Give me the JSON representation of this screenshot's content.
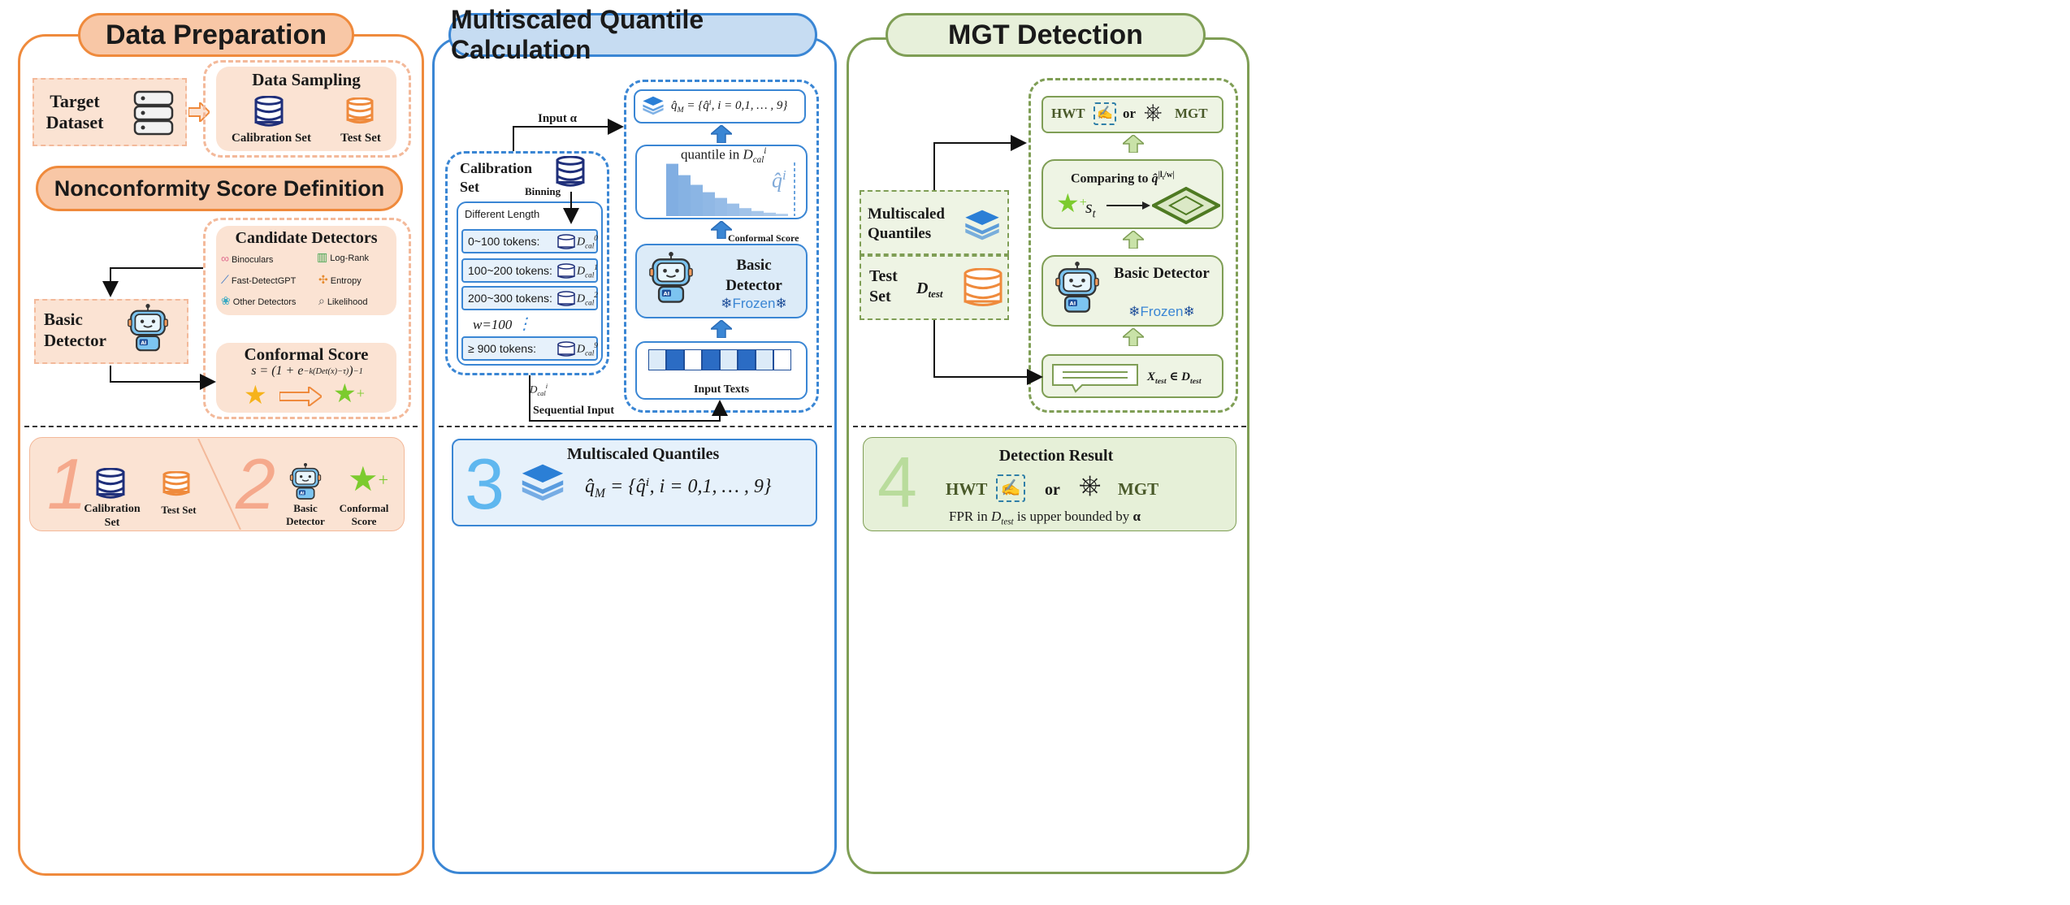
{
  "panels": {
    "data_prep": {
      "title": "Data Preparation"
    },
    "mqc": {
      "title": "Multiscaled Quantile Calculation"
    },
    "mgt": {
      "title": "MGT Detection"
    }
  },
  "data_prep": {
    "target_dataset": "Target Dataset",
    "data_sampling": "Data Sampling",
    "calibration_set": "Calibration Set",
    "test_set": "Test Set"
  },
  "nonconformity": {
    "title": "Nonconformity Score Definition",
    "candidate_detectors": "Candidate Detectors",
    "detectors": [
      "Binoculars",
      "Log-Rank",
      "Fast-DetectGPT",
      "Entropy",
      "Other Detectors",
      "Likelihood"
    ],
    "basic_detector": "Basic Detector",
    "conformal_score": "Conformal Score"
  },
  "summary_left": {
    "step1": "1",
    "step2": "2",
    "calibration_set": "Calibration Set",
    "test_set": "Test Set",
    "basic_detector": "Basic Detector",
    "conformal_score": "Conformal Score"
  },
  "mqc": {
    "input_alpha": "Input α",
    "calibration_set": "Calibration Set",
    "binning": "Binning",
    "different_length": "Different Length",
    "bins": [
      "0~100 tokens:",
      "100~200 tokens:",
      "200~300 tokens:",
      "≥  900 tokens:"
    ],
    "bin_superscripts": [
      "0",
      "1",
      "2",
      "9"
    ],
    "window": "w=100",
    "dcal_label": "D",
    "dcal_sub": "cal",
    "sequential_input": "Sequential Input",
    "quantile_in": "quantile in",
    "conformal_score": "Conformal Score",
    "basic_detector": "Basic Detector",
    "frozen": "Frozen",
    "input_texts": "Input Texts",
    "qm_formula": "= {q̂ⁱ, i = 0,1, … , 9}"
  },
  "summary_mid": {
    "step3": "3",
    "title": "Multiscaled Quantiles",
    "formula": "= {q̂ⁱ, i = 0,1, … , 9}"
  },
  "mgt": {
    "multiscaled_quantiles": "Multiscaled Quantiles",
    "test_set": "Test Set",
    "dtest": "D",
    "dtest_sub": "test",
    "hwt": "HWT",
    "or": "or",
    "mgt_label": "MGT",
    "comparing_to": "Comparing to",
    "st": "s",
    "st_sub": "t",
    "basic_detector": "Basic Detector",
    "frozen": "Frozen",
    "xtest": "X",
    "xtest_sub": "test",
    "in": "∈"
  },
  "summary_right": {
    "step4": "4",
    "title": "Detection Result",
    "hwt": "HWT",
    "or": "or",
    "mgt_label": "MGT",
    "fpr_prefix": "FPR in",
    "fpr_suffix": "is upper bounded by",
    "alpha": "α"
  },
  "colors": {
    "orange": "#ef8a3c",
    "orange_light": "#fbe3d3",
    "blue": "#3a86d4",
    "blue_light": "#dcebf8",
    "green": "#7f9e55",
    "green_light": "#eef4e4",
    "navy": "#1f2f7a",
    "star_yellow": "#f6b31b",
    "star_green": "#7ccb2e"
  },
  "quantile_bars": [
    0.92,
    0.72,
    0.55,
    0.42,
    0.32,
    0.22,
    0.14,
    0.09,
    0.06,
    0.04
  ]
}
